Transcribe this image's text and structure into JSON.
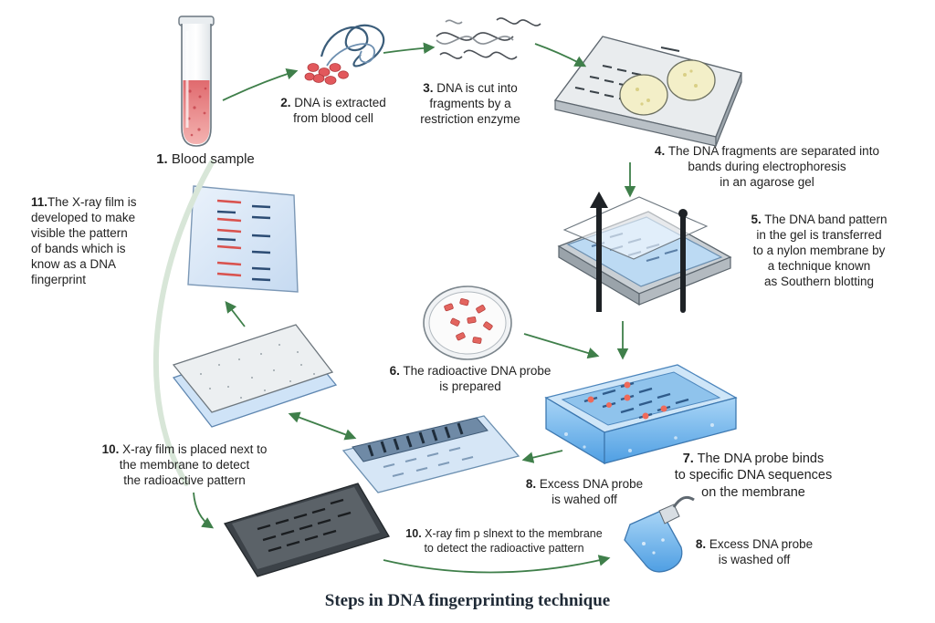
{
  "title": "Steps in DNA fingerprinting technique",
  "steps": [
    {
      "num": "1.",
      "text": "Blood sample"
    },
    {
      "num": "2.",
      "text": "DNA is extracted\nfrom blood cell"
    },
    {
      "num": "3.",
      "text": "DNA is cut into\nfragments by a\nrestriction enzyme"
    },
    {
      "num": "4.",
      "text": "The DNA fragments are separated into\nbands during electrophoresis\nin an agarose gel"
    },
    {
      "num": "5.",
      "text": "The DNA band pattern\nin the gel is transferred\nto a nylon membrane by\na technique known\nas Southern blotting"
    },
    {
      "num": "6.",
      "text": "The radioactive DNA probe\nis prepared"
    },
    {
      "num": "7.",
      "text": "The DNA probe binds\nto specific DNA sequences\non the membrane"
    },
    {
      "num": "8.",
      "text": "Excess DNA probe\nis wahed off"
    },
    {
      "num": "8.",
      "text": "Excess DNA probe\nis washed off"
    },
    {
      "num": "10.",
      "text": "X-ray film is placed next to\nthe membrane to detect\nthe radioactive pattern"
    },
    {
      "num": "10.",
      "text": "X-ray fim p slnext to the membrane\nto detect the radioactive pattern"
    },
    {
      "num": "11.",
      "text": "The X-ray film is\ndeveloped to make\nvisible the pattern\nof bands which is\nknow as a DNA\nfingerprint"
    }
  ],
  "colors": {
    "arrow": "#3f7f4a",
    "blood": "#d9545a",
    "gel": "#8fc3ec",
    "probe_water": "#6fb4ee",
    "band_red": "#d9534f"
  }
}
